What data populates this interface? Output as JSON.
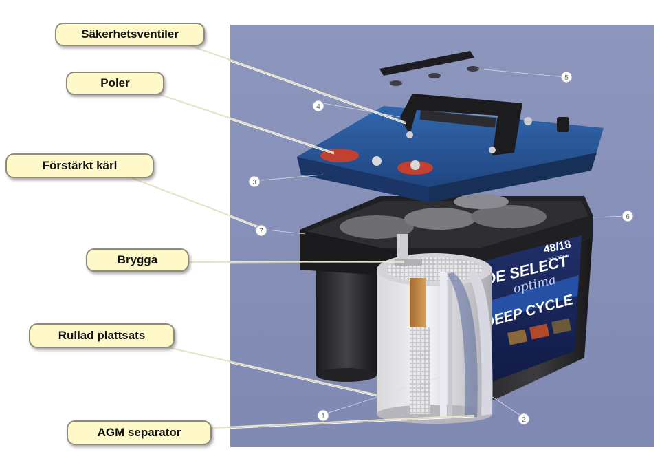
{
  "labels": [
    {
      "id": "safety-valves",
      "text": "Säkerhetsventiler"
    },
    {
      "id": "terminals",
      "text": "Poler"
    },
    {
      "id": "reinforced-case",
      "text": "Förstärkt kärl"
    },
    {
      "id": "bridge",
      "text": "Brygga"
    },
    {
      "id": "rolled-plates",
      "text": "Rullad plattsats"
    },
    {
      "id": "agm-separator",
      "text": "AGM separator"
    }
  ],
  "callout_numbers": [
    "1",
    "2",
    "3",
    "4",
    "5",
    "6",
    "7"
  ],
  "battery_print": {
    "brand": "OE SELECT",
    "brand_script": "optima",
    "model": "48/18",
    "line": "DEEP CYCLE",
    "small": "BATTERY"
  },
  "colors": {
    "backdrop": "#8a93bb",
    "lid": "#24508f",
    "case": "#1f1f21",
    "label_fill": "#fff9c9"
  }
}
